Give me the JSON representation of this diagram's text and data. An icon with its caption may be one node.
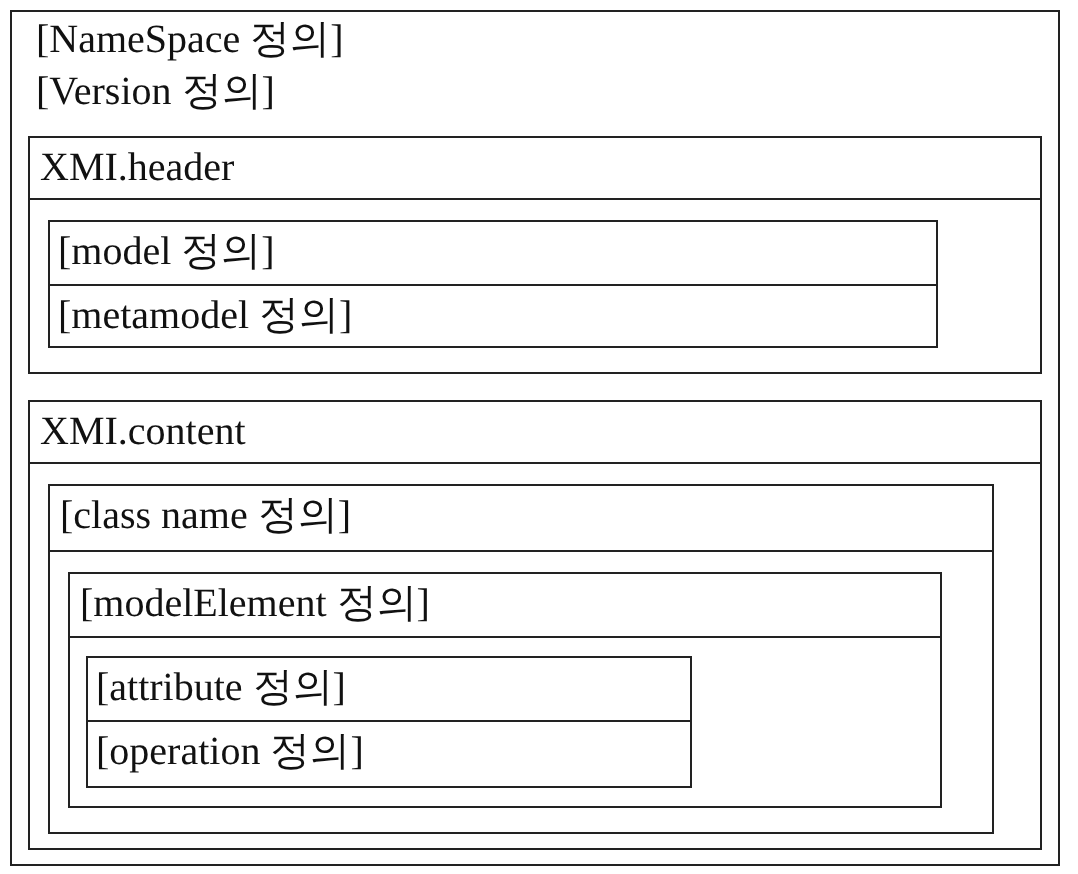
{
  "diagram": {
    "nodes": [
      {
        "text": [
          "[NameSpace 정의]",
          "[Version 정의]"
        ]
      },
      {
        "text": [
          "XMI.header"
        ],
        "in": 0
      },
      {
        "text": [
          "[model 정의]"
        ],
        "in": 1
      },
      {
        "text": [
          "[metamodel 정의]"
        ],
        "in": 1
      },
      {
        "text": [
          "XMI.content"
        ],
        "in": 0
      },
      {
        "text": [
          "[class name 정의]"
        ],
        "in": 4
      },
      {
        "text": [
          "[modelElement 정의]"
        ],
        "in": 5
      },
      {
        "text": [
          "[attribute 정의]"
        ],
        "in": 6
      },
      {
        "text": [
          "[operation 정의]"
        ],
        "in": 6
      }
    ]
  }
}
